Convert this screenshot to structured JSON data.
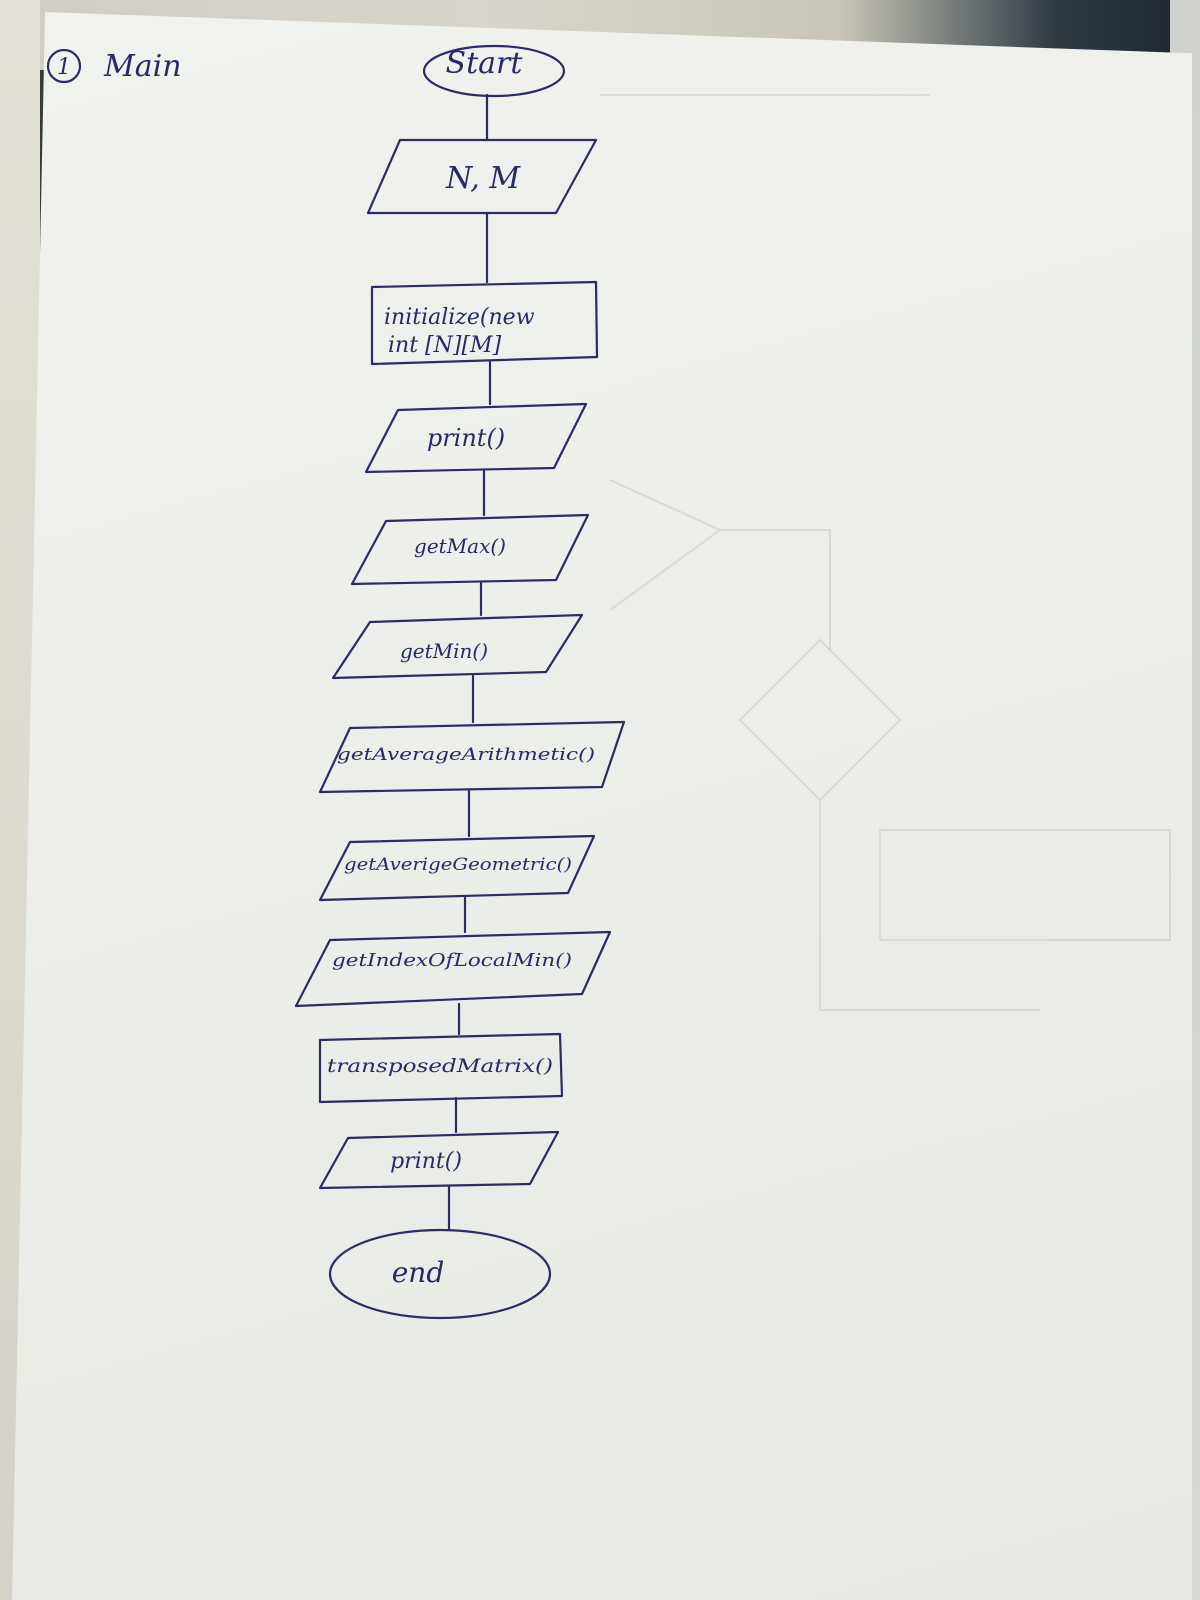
{
  "page": {
    "index_mark": "1",
    "title": "Main"
  },
  "flowchart": {
    "nodes": [
      {
        "id": "start",
        "shape": "terminal",
        "text": "Start"
      },
      {
        "id": "input",
        "shape": "parallelogram",
        "text": "N, M"
      },
      {
        "id": "init",
        "shape": "process",
        "lines": [
          "initialize(new",
          "int [N][M]"
        ]
      },
      {
        "id": "print1",
        "shape": "parallelogram",
        "text": "print()"
      },
      {
        "id": "max",
        "shape": "parallelogram",
        "text": "getMax()"
      },
      {
        "id": "min",
        "shape": "parallelogram",
        "text": "getMin()"
      },
      {
        "id": "arith",
        "shape": "parallelogram",
        "text": "getAverageArithmetic()"
      },
      {
        "id": "geom",
        "shape": "parallelogram",
        "text": "getAverigeGeometric()"
      },
      {
        "id": "idx",
        "shape": "parallelogram",
        "text": "getIndexOfLocalMin()"
      },
      {
        "id": "trans",
        "shape": "process",
        "text": "transposedMatrix()"
      },
      {
        "id": "print2",
        "shape": "parallelogram",
        "text": "print()"
      },
      {
        "id": "end",
        "shape": "terminal",
        "text": "end"
      }
    ],
    "edges": [
      [
        "start",
        "input"
      ],
      [
        "input",
        "init"
      ],
      [
        "init",
        "print1"
      ],
      [
        "print1",
        "max"
      ],
      [
        "max",
        "min"
      ],
      [
        "min",
        "arith"
      ],
      [
        "arith",
        "geom"
      ],
      [
        "geom",
        "idx"
      ],
      [
        "idx",
        "trans"
      ],
      [
        "trans",
        "print2"
      ],
      [
        "print2",
        "end"
      ]
    ]
  },
  "colors": {
    "ink": "#2a2c66",
    "paper": "#eeefeb"
  }
}
